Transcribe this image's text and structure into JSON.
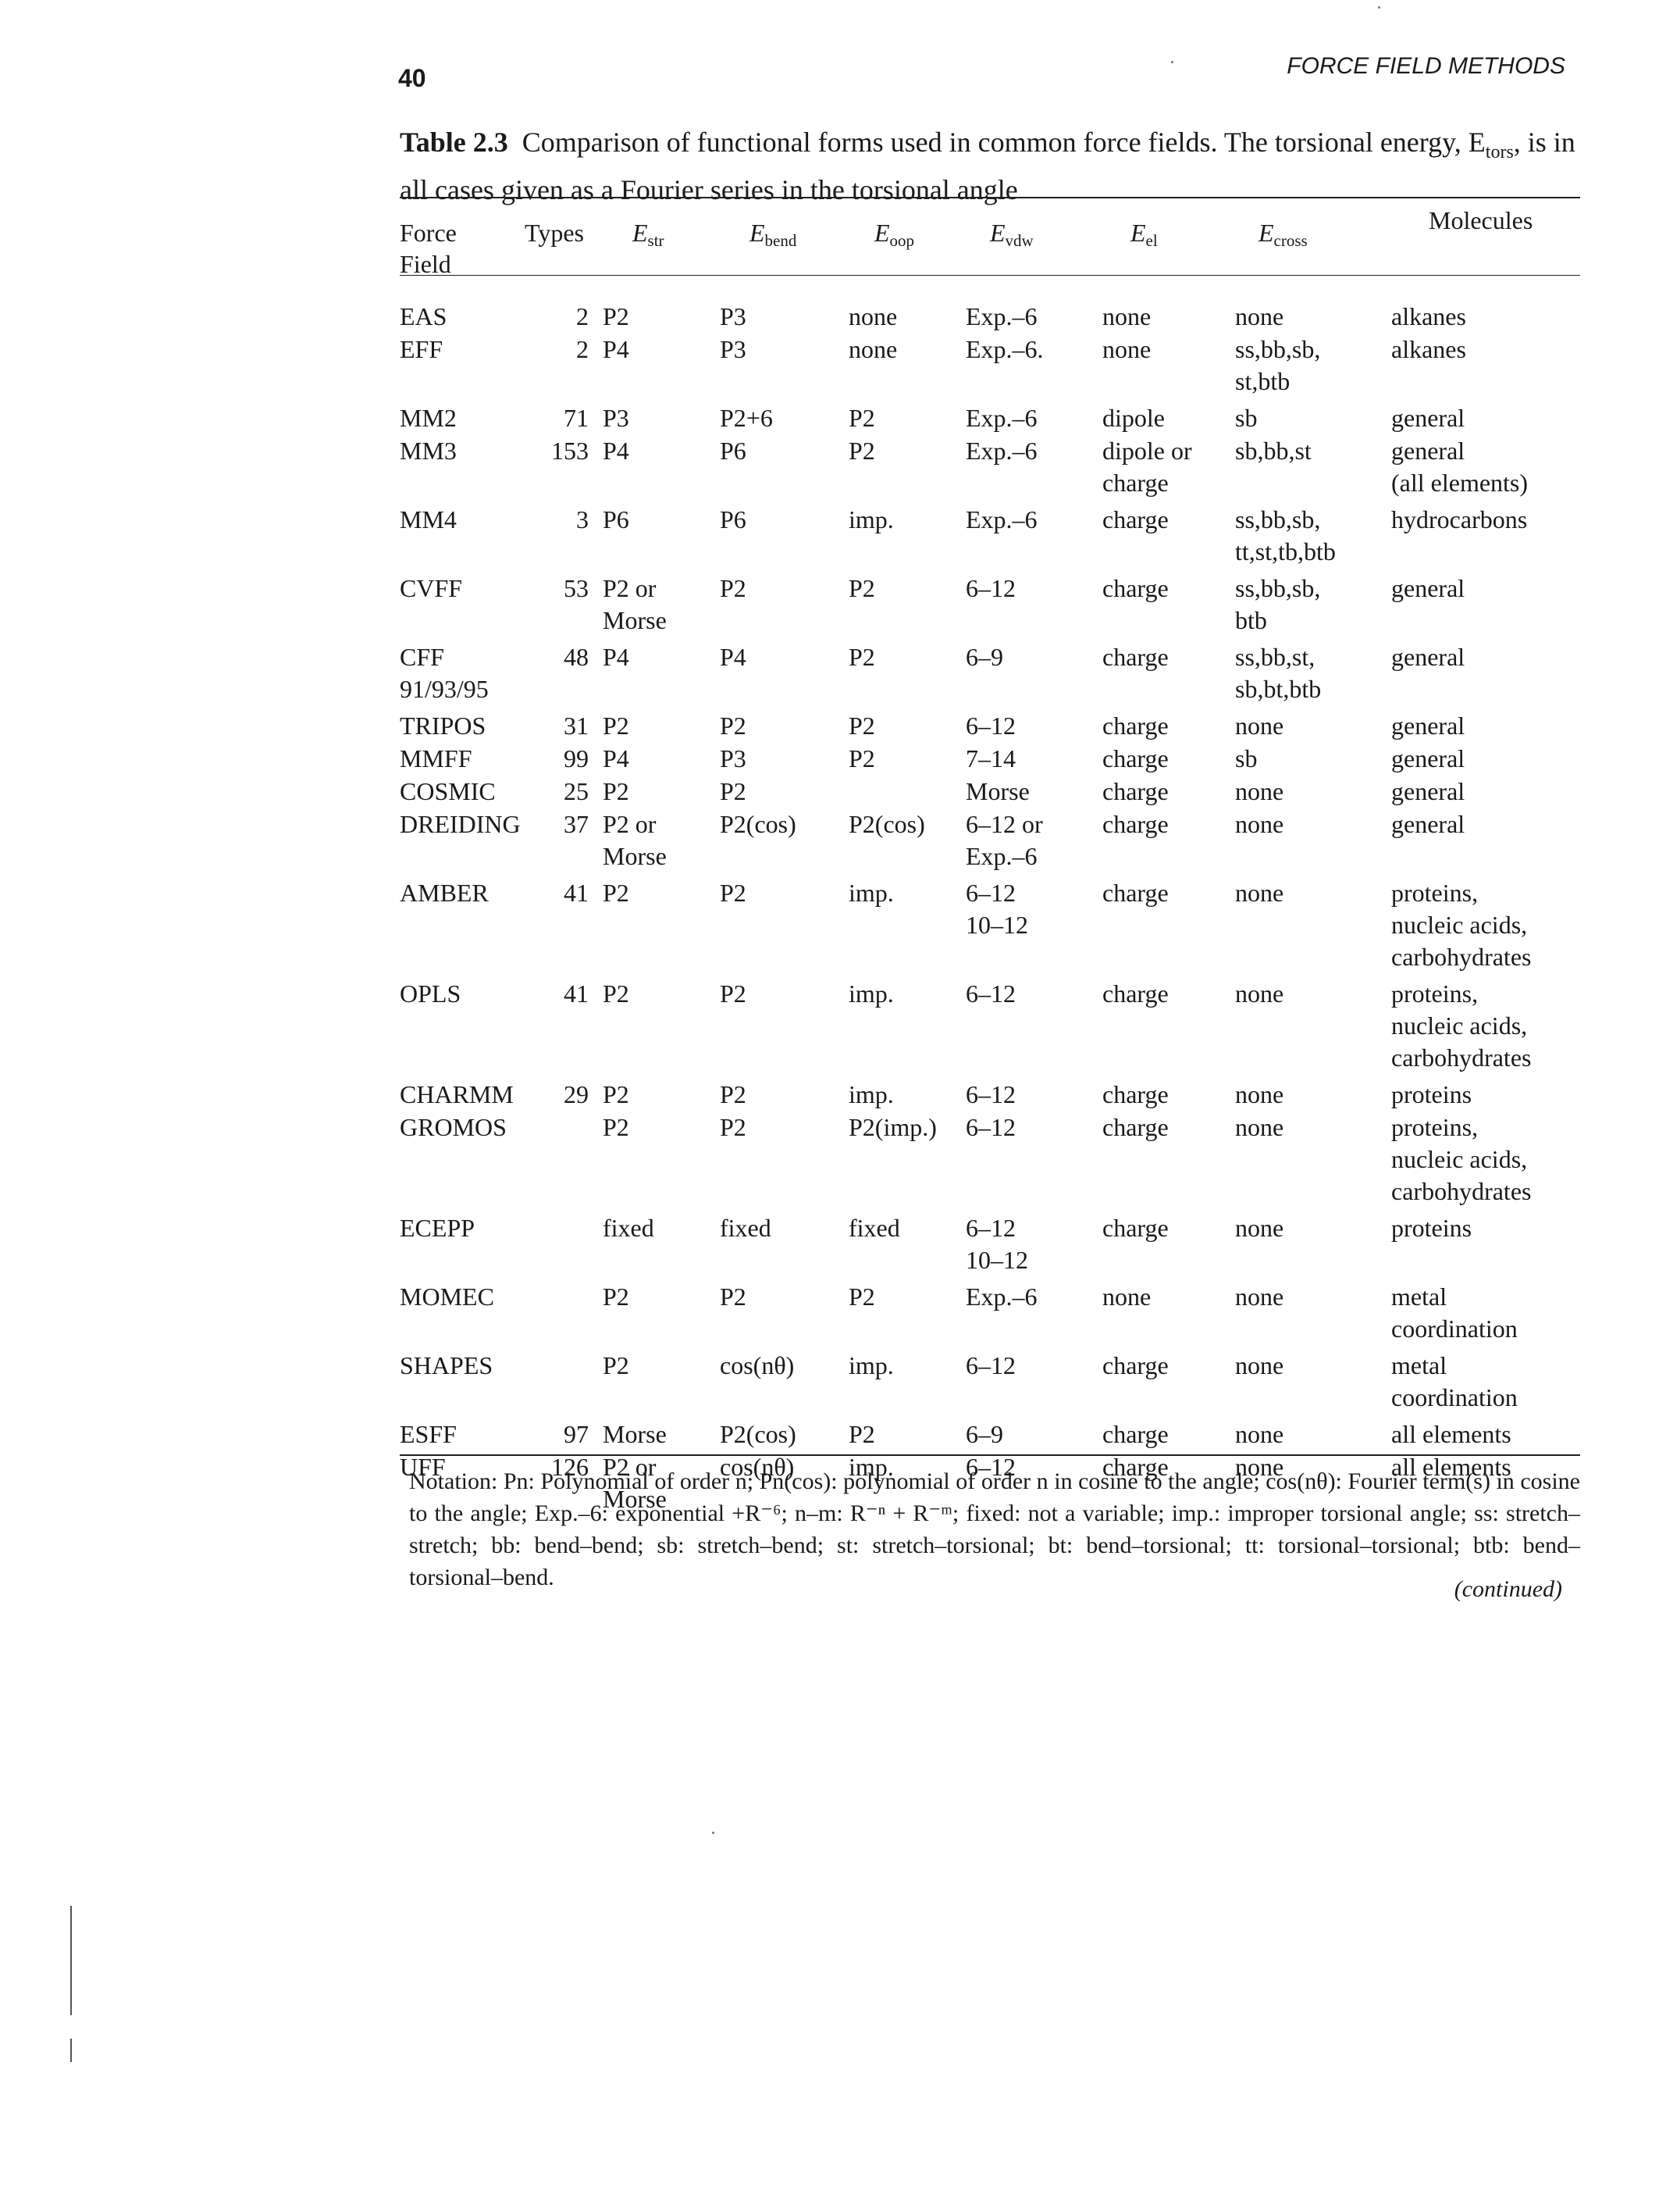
{
  "page": {
    "number": "40",
    "running_head": "FORCE FIELD METHODS"
  },
  "caption": {
    "label": "Table 2.3",
    "text": "Comparison of functional forms used in common force fields. The torsional energy, E",
    "sub": "tors",
    "text_end": ", is in all cases given as a Fourier series in the torsional angle"
  },
  "headers": {
    "force_field": "Force\nField",
    "types": "Types",
    "e_str": {
      "sym": "E",
      "sub": "str"
    },
    "e_bend": {
      "sym": "E",
      "sub": "bend"
    },
    "e_oop": {
      "sym": "E",
      "sub": "oop"
    },
    "e_vdw": {
      "sym": "E",
      "sub": "vdw"
    },
    "e_el": {
      "sym": "E",
      "sub": "el"
    },
    "e_cross": {
      "sym": "E",
      "sub": "cross"
    },
    "molecules": "Molecules"
  },
  "rows": [
    {
      "ff": "EAS",
      "types": "2",
      "str": "P2",
      "bend": "P3",
      "oop": "none",
      "vdw": "Exp.–6",
      "el": "none",
      "cross": "none",
      "mol": "alkanes"
    },
    {
      "ff": "EFF",
      "types": "2",
      "str": "P4",
      "bend": "P3",
      "oop": "none",
      "vdw": "Exp.–6.",
      "el": "none",
      "cross": "ss,bb,sb,\nst,btb",
      "mol": "alkanes"
    },
    {
      "ff": "MM2",
      "types": "71",
      "str": "P3",
      "bend": "P2+6",
      "oop": "P2",
      "vdw": "Exp.–6",
      "el": "dipole",
      "cross": "sb",
      "mol": "general"
    },
    {
      "ff": "MM3",
      "types": "153",
      "str": "P4",
      "bend": "P6",
      "oop": "P2",
      "vdw": "Exp.–6",
      "el": "dipole or\ncharge",
      "cross": "sb,bb,st",
      "mol": "general\n(all elements)"
    },
    {
      "ff": "MM4",
      "types": "3",
      "str": "P6",
      "bend": "P6",
      "oop": "imp.",
      "vdw": "Exp.–6",
      "el": "charge",
      "cross": "ss,bb,sb,\ntt,st,tb,btb",
      "mol": "hydrocarbons"
    },
    {
      "ff": "CVFF",
      "types": "53",
      "str": "P2 or\nMorse",
      "bend": "P2",
      "oop": "P2",
      "vdw": "6–12",
      "el": "charge",
      "cross": "ss,bb,sb,\nbtb",
      "mol": "general"
    },
    {
      "ff": "CFF\n91/93/95",
      "types": "48",
      "str": "P4",
      "bend": "P4",
      "oop": "P2",
      "vdw": "6–9",
      "el": "charge",
      "cross": "ss,bb,st,\nsb,bt,btb",
      "mol": "general"
    },
    {
      "ff": "TRIPOS",
      "types": "31",
      "str": "P2",
      "bend": "P2",
      "oop": "P2",
      "vdw": "6–12",
      "el": "charge",
      "cross": "none",
      "mol": "general"
    },
    {
      "ff": "MMFF",
      "types": "99",
      "str": "P4",
      "bend": "P3",
      "oop": "P2",
      "vdw": "7–14",
      "el": "charge",
      "cross": "sb",
      "mol": "general"
    },
    {
      "ff": "COSMIC",
      "types": "25",
      "str": "P2",
      "bend": "P2",
      "oop": "",
      "vdw": "Morse",
      "el": "charge",
      "cross": "none",
      "mol": "general"
    },
    {
      "ff": "DREIDING",
      "types": "37",
      "str": "P2 or\nMorse",
      "bend": "P2(cos)",
      "oop": "P2(cos)",
      "vdw": "6–12 or\nExp.–6",
      "el": "charge",
      "cross": "none",
      "mol": "general"
    },
    {
      "ff": "AMBER",
      "types": "41",
      "str": "P2",
      "bend": "P2",
      "oop": "imp.",
      "vdw": "6–12\n10–12",
      "el": "charge",
      "cross": "none",
      "mol": "proteins,\nnucleic acids,\ncarbohydrates"
    },
    {
      "ff": "OPLS",
      "types": "41",
      "str": "P2",
      "bend": "P2",
      "oop": "imp.",
      "vdw": "6–12",
      "el": "charge",
      "cross": "none",
      "mol": "proteins,\nnucleic acids,\ncarbohydrates"
    },
    {
      "ff": "CHARMM",
      "types": "29",
      "str": "P2",
      "bend": "P2",
      "oop": "imp.",
      "vdw": "6–12",
      "el": "charge",
      "cross": "none",
      "mol": "proteins"
    },
    {
      "ff": "GROMOS",
      "types": "",
      "str": "P2",
      "bend": "P2",
      "oop": "P2(imp.)",
      "vdw": "6–12",
      "el": "charge",
      "cross": "none",
      "mol": "proteins,\nnucleic acids,\ncarbohydrates"
    },
    {
      "ff": "ECEPP",
      "types": "",
      "str": "fixed",
      "bend": "fixed",
      "oop": "fixed",
      "vdw": "6–12\n10–12",
      "el": "charge",
      "cross": "none",
      "mol": "proteins"
    },
    {
      "ff": "MOMEC",
      "types": "",
      "str": "P2",
      "bend": "P2",
      "oop": "P2",
      "vdw": "Exp.–6",
      "el": "none",
      "cross": "none",
      "mol": "metal\ncoordination"
    },
    {
      "ff": "SHAPES",
      "types": "",
      "str": "P2",
      "bend": "cos(nθ)",
      "oop": "imp.",
      "vdw": "6–12",
      "el": "charge",
      "cross": "none",
      "mol": "metal\ncoordination"
    },
    {
      "ff": "ESFF",
      "types": "97",
      "str": "Morse",
      "bend": "P2(cos)",
      "oop": "P2",
      "vdw": "6–9",
      "el": "charge",
      "cross": "none",
      "mol": "all elements"
    },
    {
      "ff": "UFF",
      "types": "126",
      "str": "P2 or\nMorse",
      "bend": "cos(nθ)",
      "oop": "imp.",
      "vdw": "6–12",
      "el": "charge",
      "cross": "none",
      "mol": "all elements"
    }
  ],
  "notation": "Notation: Pn: Polynomial of order n; Pn(cos): polynomial of order n in cosine to the angle; cos(nθ): Fourier term(s) in cosine to the angle; Exp.–6: exponential +R⁻⁶; n–m: R⁻ⁿ + R⁻ᵐ; fixed: not a variable; imp.: improper torsional angle; ss: stretch–stretch; bb: bend–bend; sb: stretch–bend; st: stretch–torsional; bt: bend–torsional; tt: torsional–torsional; btb: bend–torsional–bend.",
  "continued": "(continued)"
}
